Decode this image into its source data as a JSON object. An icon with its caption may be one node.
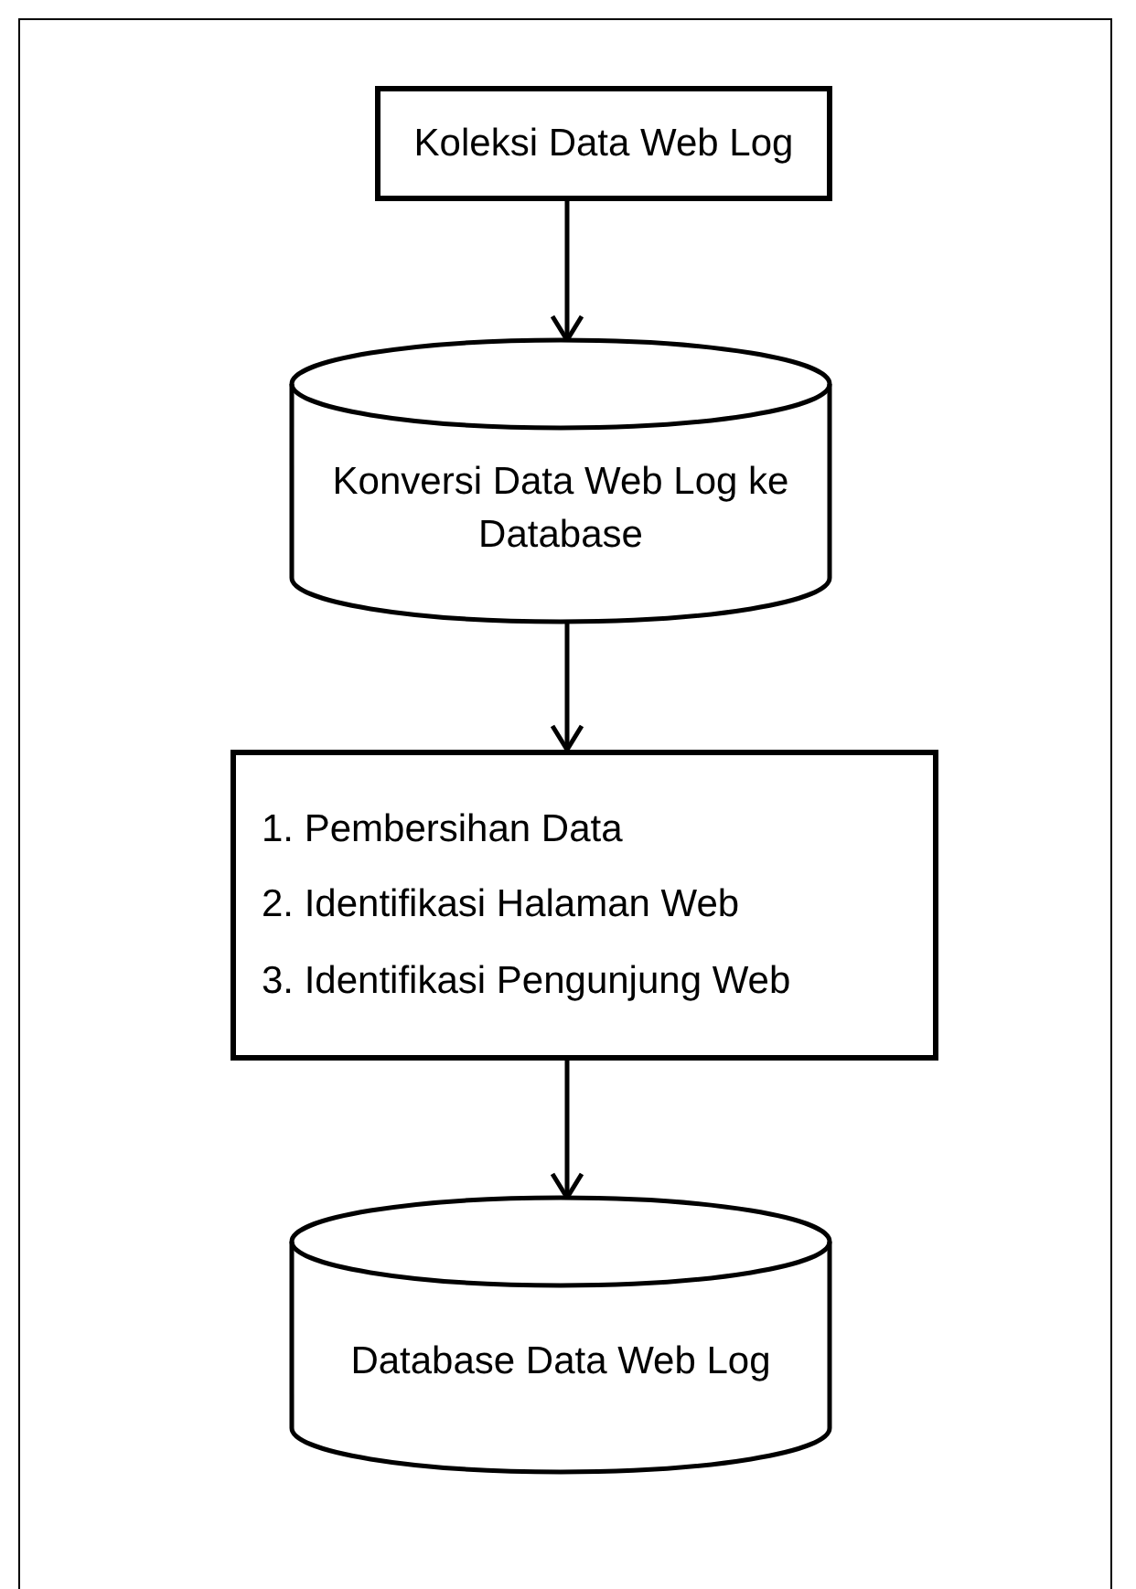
{
  "diagram": {
    "nodes": [
      {
        "text": [
          "Koleksi Data Web Log"
        ]
      },
      {
        "text": [
          "Konversi Data Web Log ke Database"
        ]
      },
      {
        "text": [
          "1. Pembersihan Data",
          "2. Identifikasi Halaman Web",
          "3. Identifikasi Pengunjung Web"
        ]
      },
      {
        "text": [
          "Database Data Web Log"
        ]
      }
    ],
    "edges": [
      {
        "from": 0,
        "to": 1,
        "arrow": "to"
      },
      {
        "from": 1,
        "to": 2,
        "arrow": "to"
      },
      {
        "from": 2,
        "to": 3,
        "arrow": "to"
      }
    ]
  }
}
